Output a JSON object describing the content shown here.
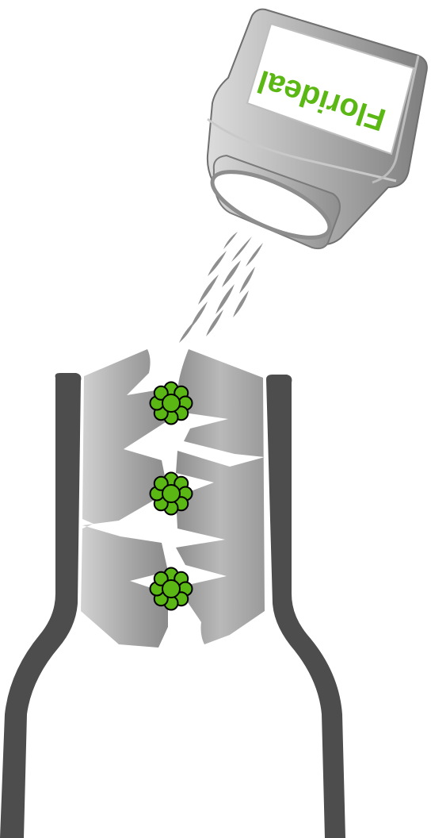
{
  "product": {
    "brand": "Florideal",
    "brand_color": "#5bb713"
  },
  "colors": {
    "pipe_wall": "#4d4d4d",
    "bottle_light": "#d3d3d3",
    "bottle_dark": "#8a8a8a",
    "insert_light": "#d0d0d0",
    "insert_dark": "#8c8c8c",
    "bead_fill": "#5bb713",
    "bead_stroke": "#000000",
    "powder": "#9a9a9a"
  },
  "clusters": [
    {
      "label": "pellet-cluster-top"
    },
    {
      "label": "pellet-cluster-middle"
    },
    {
      "label": "pellet-cluster-bottom"
    }
  ]
}
